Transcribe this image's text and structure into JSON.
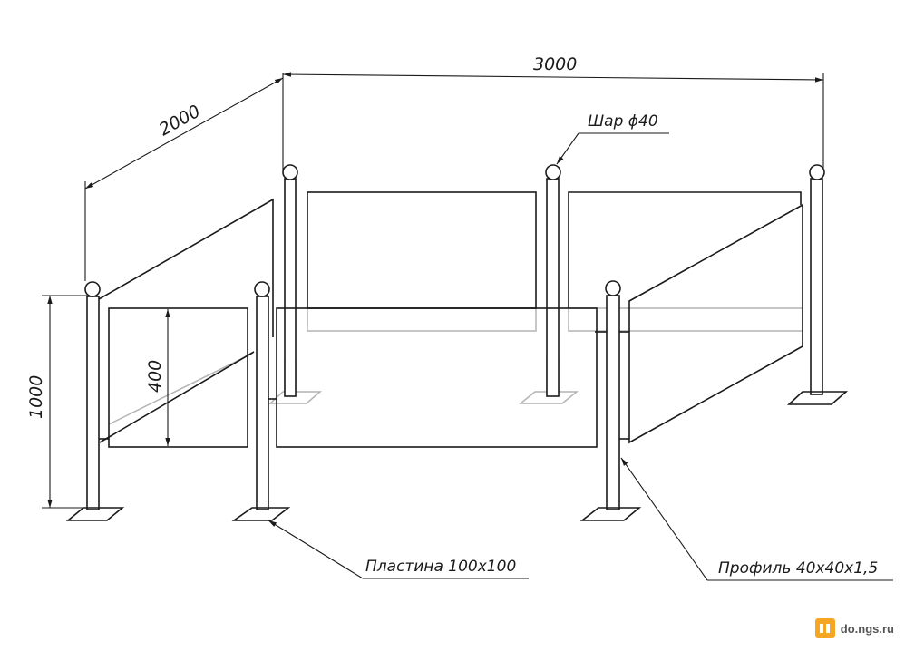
{
  "dimensions": {
    "length": "3000",
    "width": "2000",
    "height": "1000",
    "panel_height": "400"
  },
  "annotations": {
    "ball": "Шар ϕ40",
    "plate": "Пластина 100х100",
    "profile": "Профиль 40х40х1,5"
  },
  "watermark": {
    "text": "do.ngs.ru"
  }
}
